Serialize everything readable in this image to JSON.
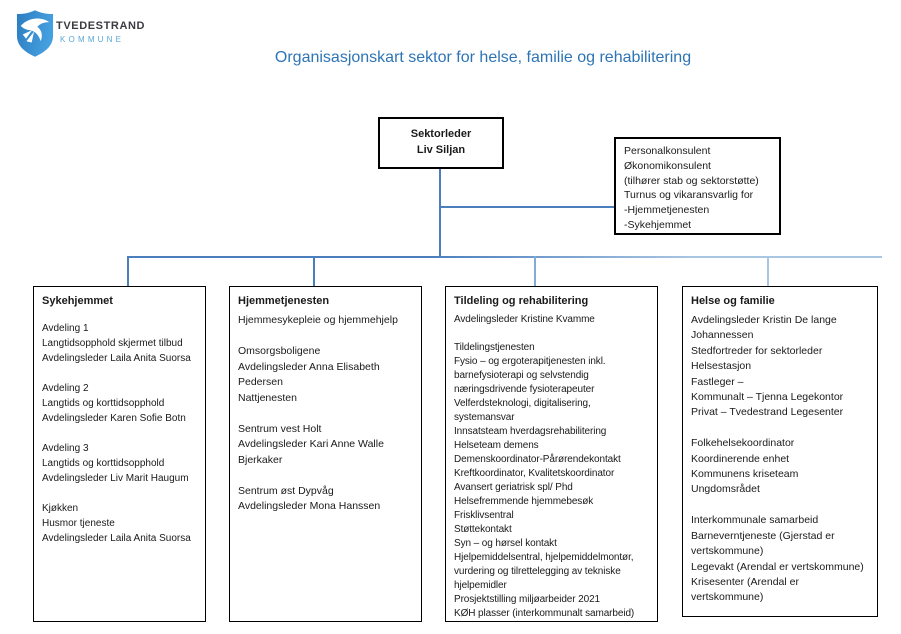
{
  "colors": {
    "title": "#2E74B5",
    "connector": "#4a7ebc",
    "connector_light": "#a9c6e2",
    "connector_mid": "#7fadd8",
    "box_border": "#000000",
    "logo_shield": "#3a8ccf",
    "logo_shield_dark": "#2c7cc0",
    "logo_text_dark": "#3b3b40",
    "logo_text_blue": "#56a7d8"
  },
  "logo": {
    "line1": "TVEDESTRAND",
    "line2": "KOMMUNE",
    "icon": "swallow-bird-on-shield"
  },
  "title": "Organisasjonskart sektor for helse, familie og rehabilitering",
  "root": {
    "role": "Sektorleder",
    "name": "Liv Siljan"
  },
  "staff_note": {
    "lines": [
      "Personalkonsulent",
      "Økonomikonsulent",
      "(tilhører stab og sektorstøtte)",
      "Turnus og vikaransvarlig for",
      "-Hjemmetjenesten",
      "-Sykehjemmet"
    ]
  },
  "departments": [
    {
      "header": "Sykehjemmet",
      "lines": [
        "Avdeling 1",
        "Langtidsopphold skjermet tilbud",
        "Avdelingsleder Laila Anita Suorsa",
        "",
        "Avdeling 2",
        "Langtids og korttidsopphold",
        "Avdelingsleder Karen Sofie Botn",
        "",
        "Avdeling 3",
        "Langtids og korttidsopphold",
        "Avdelingsleder Liv Marit Haugum",
        "",
        "Kjøkken",
        "Husmor tjeneste",
        "Avdelingsleder Laila Anita Suorsa"
      ]
    },
    {
      "header": "Hjemmetjenesten",
      "lines": [
        "Hjemmesykepleie og hjemmehjelp",
        "",
        "Omsorgsboligene",
        "Avdelingsleder Anna Elisabeth",
        "Pedersen",
        "Nattjenesten",
        "",
        "Sentrum vest Holt",
        "Avdelingsleder Kari Anne Walle",
        "Bjerkaker",
        "",
        "Sentrum øst Dypvåg",
        "Avdelingsleder Mona Hanssen"
      ]
    },
    {
      "header": "Tildeling og rehabilitering",
      "lines": [
        "Avdelingsleder Kristine Kvamme",
        "",
        "Tildelingstjenesten",
        "Fysio – og ergoterapitjenesten inkl.",
        "barnefysioterapi og selvstendig",
        "næringsdrivende fysioterapeuter",
        "Velferdsteknologi, digitalisering,",
        "systemansvar",
        "Innsatsteam hverdagsrehabilitering",
        "Helseteam demens",
        "Demenskoordinator-Pårørendekontakt",
        "Kreftkoordinator, Kvalitetskoordinator",
        "Avansert geriatrisk spl/ Phd",
        "Helsefremmende hjemmebesøk",
        "Frisklivsentral",
        "Støttekontakt",
        "Syn – og hørsel kontakt",
        "Hjelpemiddelsentral, hjelpemiddelmontør,",
        "vurdering og tilrettelegging av tekniske",
        "hjelpemidler",
        "Prosjektstilling miljøarbeider 2021",
        "KØH plasser (interkommunalt samarbeid)"
      ]
    },
    {
      "header": "Helse og familie",
      "lines": [
        "Avdelingsleder Kristin De lange",
        "Johannessen",
        "Stedfortreder for sektorleder",
        "Helsestasjon",
        "Fastleger –",
        "Kommunalt – Tjenna Legekontor",
        "Privat – Tvedestrand Legesenter",
        "",
        "Folkehelsekoordinator",
        "Koordinerende enhet",
        "Kommunens kriseteam",
        "Ungdomsrådet",
        "",
        "Interkommunale samarbeid",
        "Barneverntjeneste (Gjerstad er",
        "vertskommune)",
        "Legevakt (Arendal er vertskommune)",
        "Krisesenter (Arendal er",
        "vertskommune)"
      ]
    }
  ]
}
